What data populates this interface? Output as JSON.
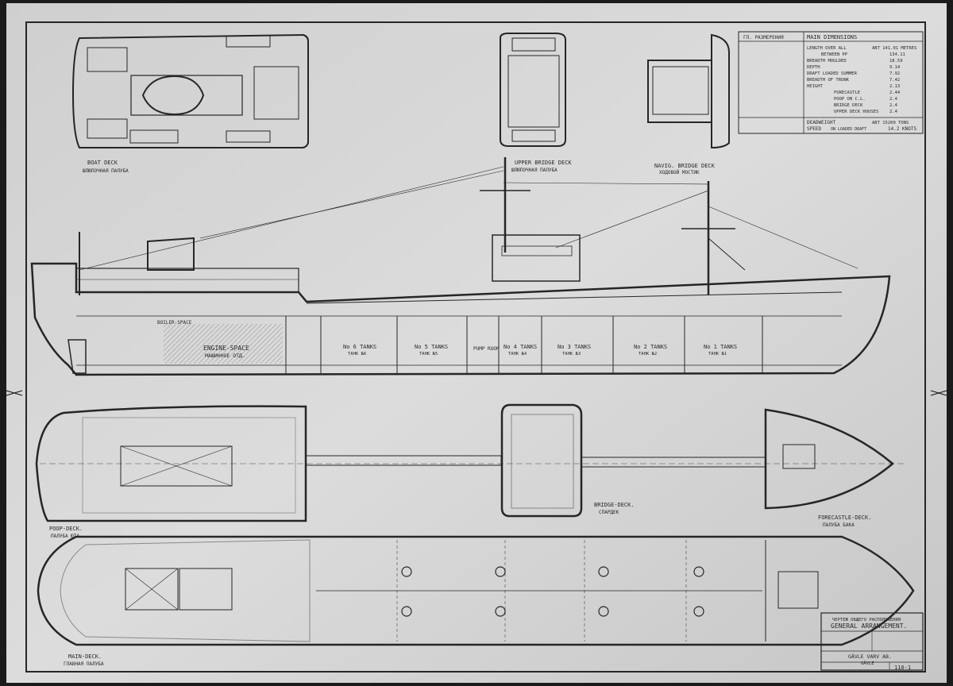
{
  "colors": {
    "paper": "#d6d6d6",
    "paper_dark": "#bdbdbd",
    "ink": "#262626",
    "background": "#1b1b1b"
  },
  "labels": {
    "boat_deck": "BOAT DECK",
    "boat_deck_ru": "ШЛЮПОЧНАЯ ПАЛУБА",
    "upper_bridge_deck": "UPPER BRIDGE DECK",
    "upper_bridge_deck_ru": "ШЛЮПОЧНАЯ ПАЛУБА",
    "navig_bridge_deck": "NAVIG. BRIDGE DECK",
    "navig_bridge_deck_ru": "ХОДОВОЙ МОСТИК",
    "engine_space": "ENGINE-SPACE",
    "engine_space_ru": "МАШИННОЕ ОТД.",
    "boiler_space": "BOILER-SPACE",
    "poop_deck": "POOP-DECK.",
    "poop_deck_ru": "ПАЛУБА ЮТА",
    "bridge_deck": "BRIDGE-DECK.",
    "bridge_deck_ru": "СПАРДЕК",
    "forecastle_deck": "FORECASTLE-DECK.",
    "forecastle_deck_ru": "ПАЛУБА БАКА",
    "main_deck": "MAIN-DECK.",
    "main_deck_ru": "ГЛАВНАЯ ПАЛУБА",
    "pump_room": "PUMP ROOM"
  },
  "tanks": [
    {
      "name": "No 6 TANKS",
      "ru": "ТАНК №6"
    },
    {
      "name": "No 5 TANKS",
      "ru": "ТАНК №5"
    },
    {
      "name": "No 4 TANKS",
      "ru": "ТАНК №4"
    },
    {
      "name": "No 3 TANKS",
      "ru": "ТАНК №3"
    },
    {
      "name": "No 2 TANKS",
      "ru": "ТАНК №2"
    },
    {
      "name": "No 1 TANKS",
      "ru": "ТАНК №1"
    }
  ],
  "dimensions": {
    "title_ru": "ГЛ. РАЗМЕРЕНИЯ",
    "title": "MAIN DIMENSIONS",
    "rows": [
      {
        "label": "LENGTH OVER ALL",
        "value": "ABT 141.01 METRES"
      },
      {
        "label": "BETWEEN PP",
        "value": "134.11"
      },
      {
        "label": "BREADTH MOULDED",
        "value": "18.59"
      },
      {
        "label": "DEPTH",
        "value": "9.14"
      },
      {
        "label": "DRAFT LOADED SUMMER",
        "value": "7.92"
      },
      {
        "label": "BREADTH OF TRUNK",
        "value": "7.42"
      },
      {
        "label": "HEIGHT",
        "value": "2.13"
      },
      {
        "label": "FORECASTLE",
        "value": "2.44"
      },
      {
        "label": "POOP ON C.L.",
        "value": "2.4"
      },
      {
        "label": "BRIDGE DECK",
        "value": "2.4"
      },
      {
        "label": "UPPER DECK HOUSES",
        "value": "2.4"
      }
    ],
    "deadweight_label": "DEADWEIGHT",
    "deadweight_value": "ABT 15200 TONS",
    "speed_label": "SPEED",
    "speed_note": "ON LOADED DRAFT",
    "speed_value": "14.2 KNOTS"
  },
  "title_block": {
    "ru": "ЧЕРТЕЖ ОБЩЕГО РАСПОЛОЖЕНИЯ",
    "title": "GENERAL ARRANGEMENT.",
    "company": "GÄVLE VARV AB.",
    "city": "GÄVLE",
    "drawing_no": "110-1"
  }
}
